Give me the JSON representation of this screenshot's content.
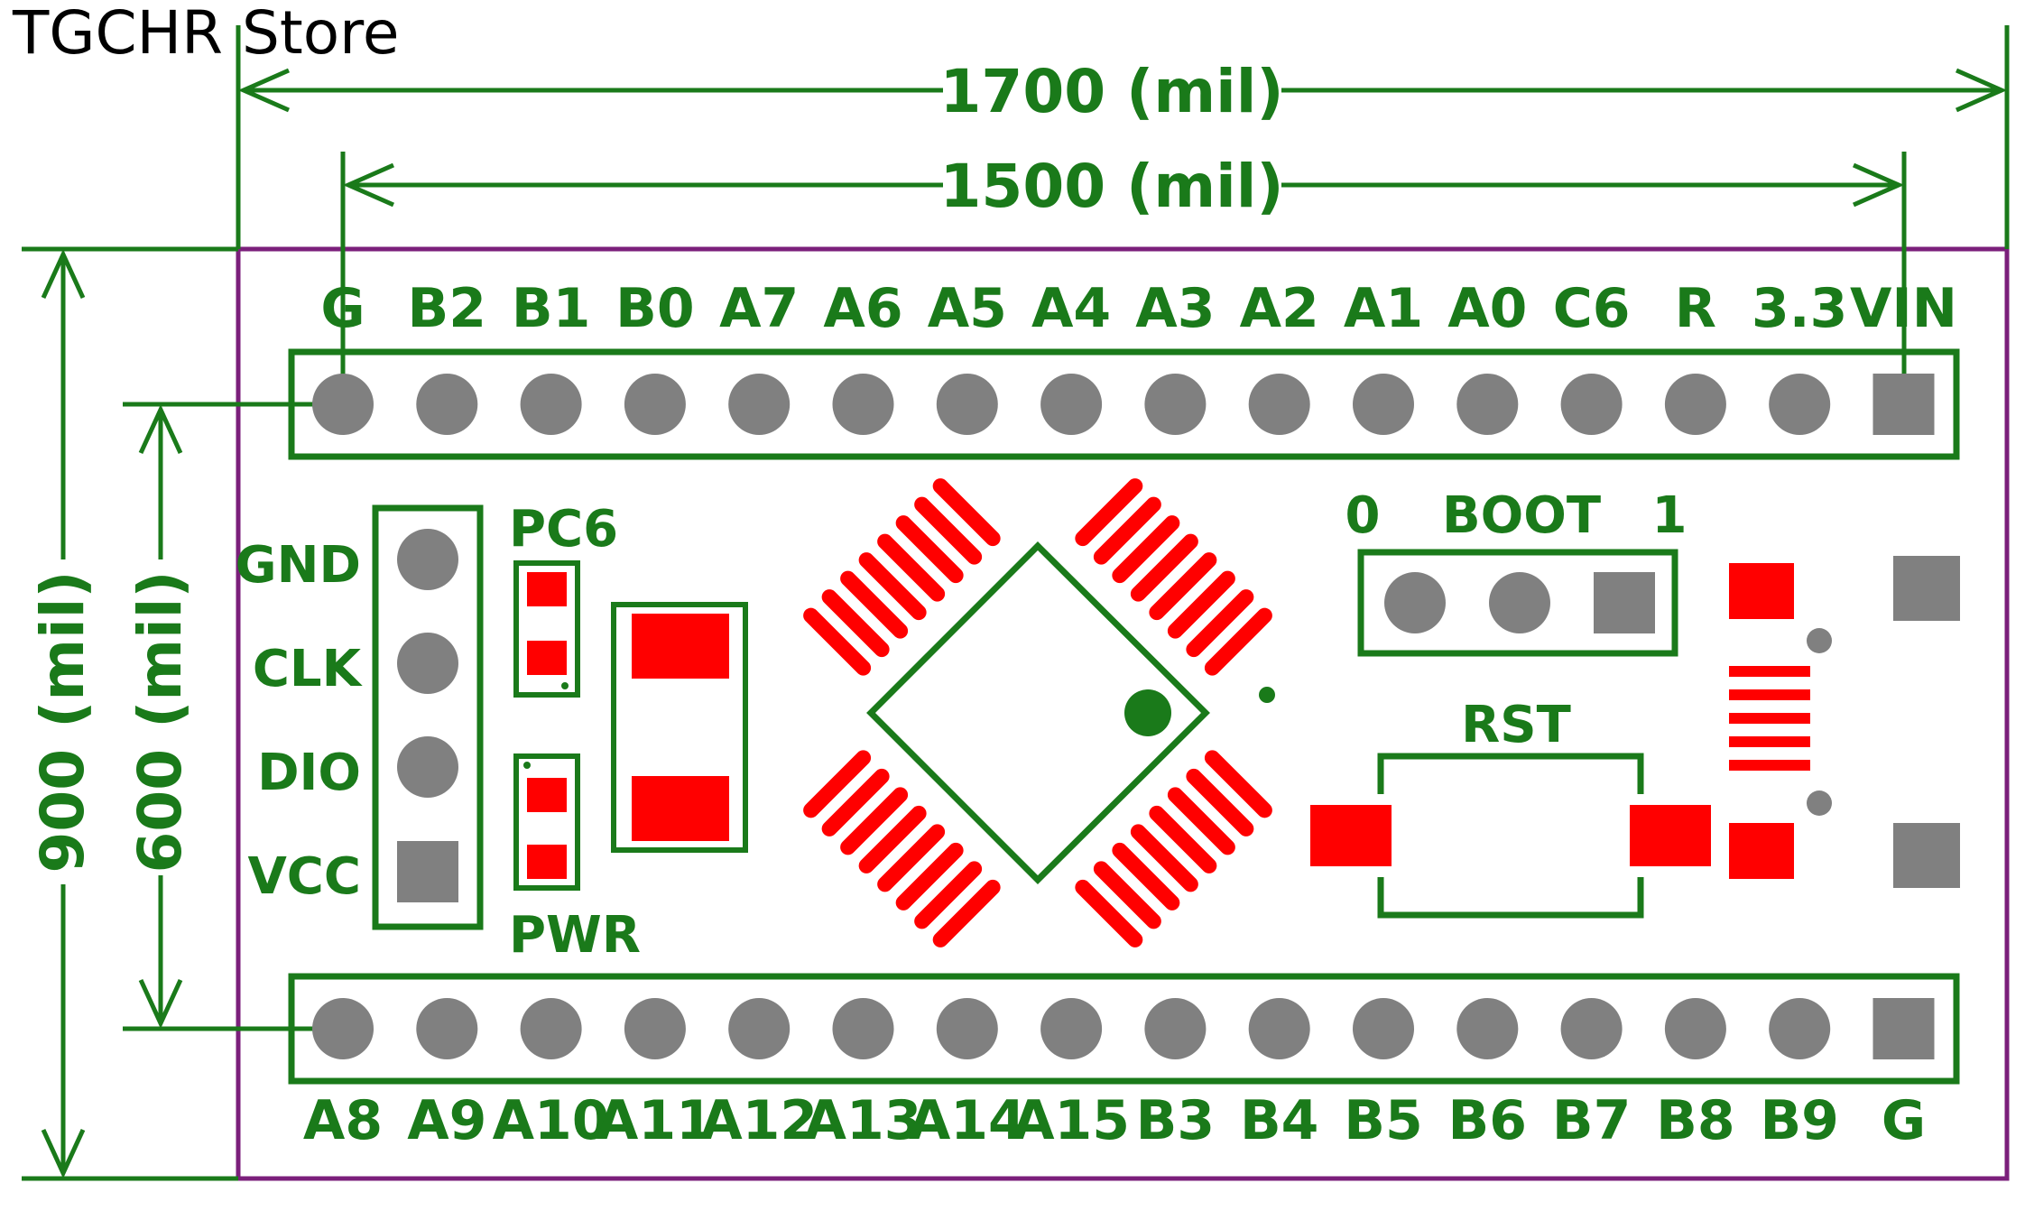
{
  "store_title": "TGCHR Store",
  "dimensions": {
    "width_outer": "1700 (mil)",
    "width_pins": "1500 (mil)",
    "height_outer": "900 (mil)",
    "height_pins": "600 (mil)"
  },
  "top_header": [
    "G",
    "B2",
    "B1",
    "B0",
    "A7",
    "A6",
    "A5",
    "A4",
    "A3",
    "A2",
    "A1",
    "A0",
    "C6",
    "R",
    "3.3",
    "VIN"
  ],
  "bottom_header": [
    "A8",
    "A9",
    "A10",
    "A11",
    "A12",
    "A13",
    "A14",
    "A15",
    "B3",
    "B4",
    "B5",
    "B6",
    "B7",
    "B8",
    "B9",
    "G"
  ],
  "swd_header": [
    "GND",
    "CLK",
    "DIO",
    "VCC"
  ],
  "leds": {
    "top": "PC6",
    "bottom": "PWR"
  },
  "boot": {
    "label": "BOOT",
    "left": "0",
    "right": "1"
  },
  "reset": {
    "label": "RST"
  },
  "colors": {
    "silkscreen": "#1a7a1a",
    "copper": "#ff0000",
    "pad": "#808080",
    "outline": "#7b1f7b"
  }
}
